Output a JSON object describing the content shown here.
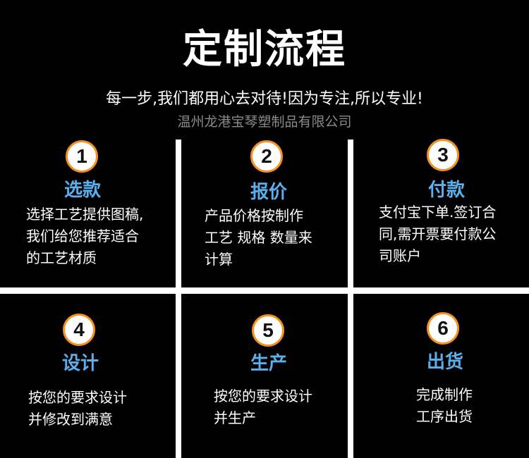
{
  "header": {
    "title": "定制流程",
    "slogan": "每一步,我们都用心去对待!因为专注,所以专业!",
    "company": "温州龙港宝琴塑制品有限公司"
  },
  "steps": [
    {
      "number": "1",
      "title": "选款",
      "description": "选择工艺提供图稿,\n我们给您推荐适合\n的工艺材质"
    },
    {
      "number": "2",
      "title": "报价",
      "description": "产品价格按制作\n工艺 规格 数量来\n计算"
    },
    {
      "number": "3",
      "title": "付款",
      "description": "支付宝下单.签订合\n同,需开票要付款公\n司账户"
    },
    {
      "number": "4",
      "title": "设计",
      "description": "按您的要求设计\n并修改到满意"
    },
    {
      "number": "5",
      "title": "生产",
      "description": "按您的要求设计\n并生产"
    },
    {
      "number": "6",
      "title": "出货",
      "description": "完成制作\n工序出货"
    }
  ],
  "colors": {
    "background": "#000000",
    "accent_orange": "#f5901e",
    "step_title_blue": "#5ab0ec",
    "company_gray": "#8a8a8a",
    "divider": "#ffffff"
  }
}
